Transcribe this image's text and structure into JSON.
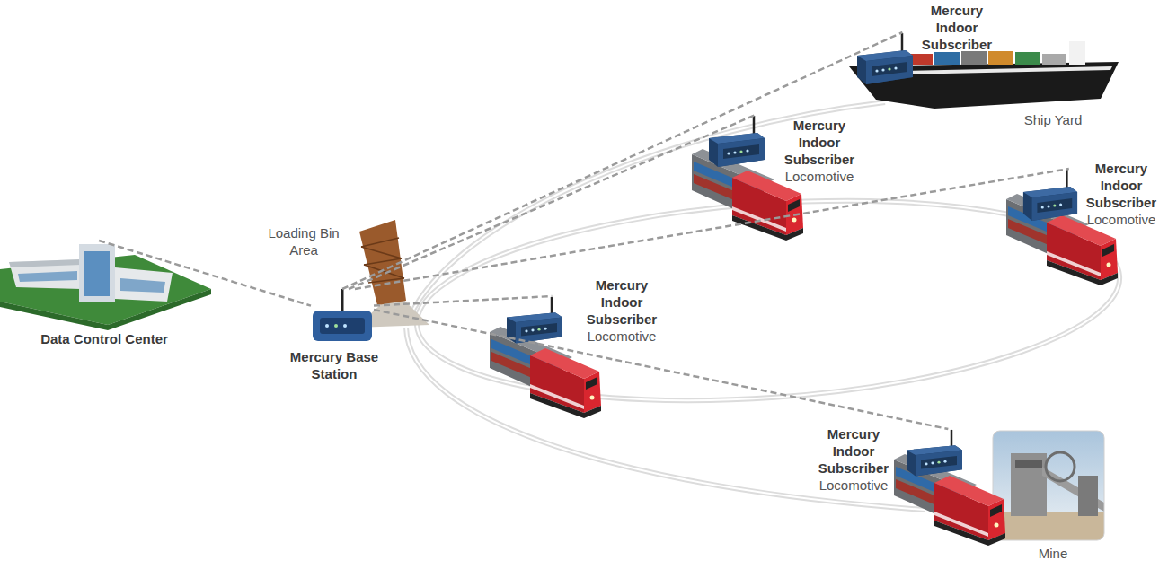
{
  "diagram": {
    "nodes": [
      {
        "text": [
          "Ship Yard"
        ]
      },
      {
        "text": [
          "Mercury Indoor Subscriber"
        ],
        "in": 0
      },
      {
        "text": [
          "Mercury Indoor Subscriber",
          "Locomotive"
        ]
      },
      {
        "text": [
          "Mercury Indoor Subscriber",
          "Locomotive"
        ]
      },
      {
        "text": [
          "Loading Bin Area"
        ]
      },
      {
        "text": [
          "Data Control Center"
        ]
      },
      {
        "text": [
          "Mercury Base Station"
        ]
      },
      {
        "text": [
          "Mercury Indoor Subscriber",
          "Locomotive"
        ]
      },
      {
        "text": [
          "Mercury Indoor Subscriber",
          "Locomotive"
        ]
      },
      {
        "text": [
          "Mine"
        ]
      }
    ],
    "edges": [
      {
        "from": 5,
        "to": 6,
        "arrow": "none"
      },
      {
        "from": 6,
        "to": 1,
        "arrow": "none"
      },
      {
        "from": 6,
        "to": 2,
        "arrow": "none"
      },
      {
        "from": 6,
        "to": 3,
        "arrow": "none"
      },
      {
        "from": 6,
        "to": 7,
        "arrow": "none"
      },
      {
        "from": 6,
        "to": 8,
        "arrow": "none"
      }
    ]
  }
}
